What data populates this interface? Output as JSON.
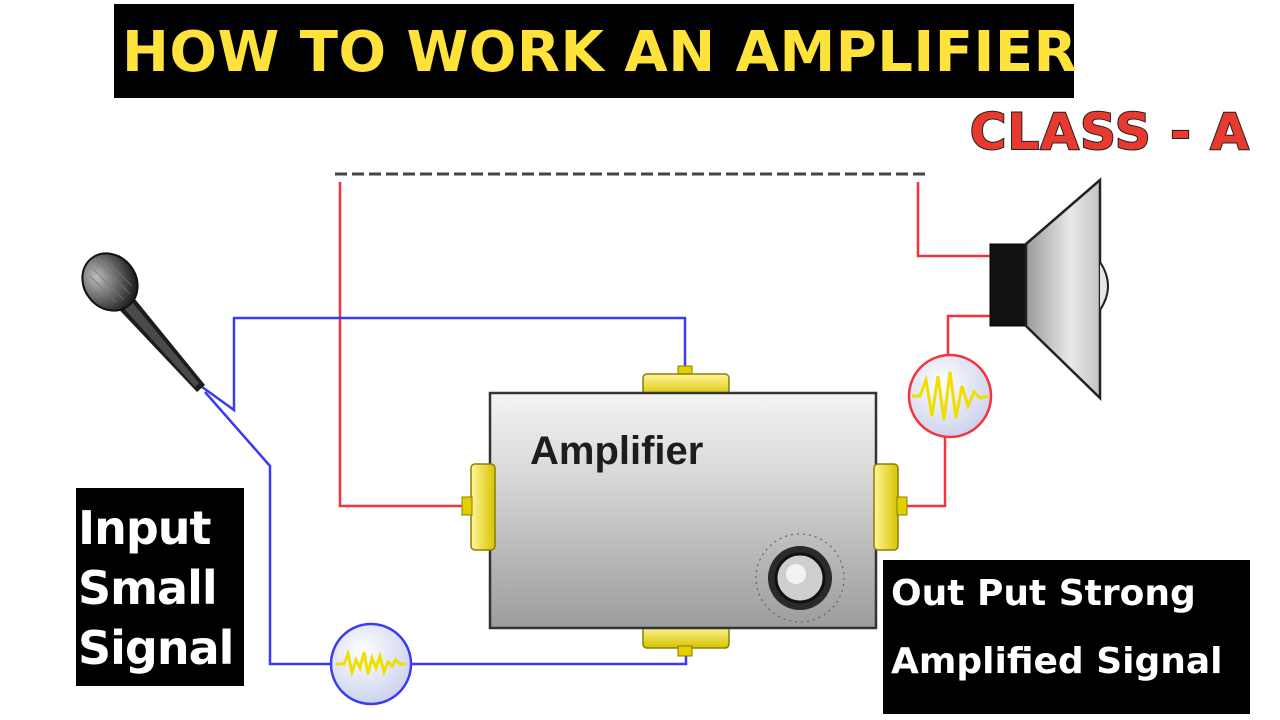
{
  "title": "HOW TO WORK AN AMPLIFIER",
  "class_label": "CLASS - A",
  "amplifier": {
    "label": "Amplifier"
  },
  "input_box": {
    "lines": [
      "Input",
      "Small",
      "Signal"
    ]
  },
  "output_box": {
    "lines": [
      "Out Put Strong",
      "Amplified Signal"
    ]
  },
  "colors": {
    "title_bg": "#000000",
    "title_text": "#ffe23a",
    "class_text": "#e8392e",
    "wire_power": "#f4333c",
    "wire_signal": "#3b3bf0",
    "connector": "#f3e21a",
    "amp_body": "#c9c9c9"
  },
  "icons": [
    "microphone-icon",
    "speaker-icon",
    "volume-knob-icon",
    "input-waveform-icon",
    "output-waveform-icon"
  ]
}
